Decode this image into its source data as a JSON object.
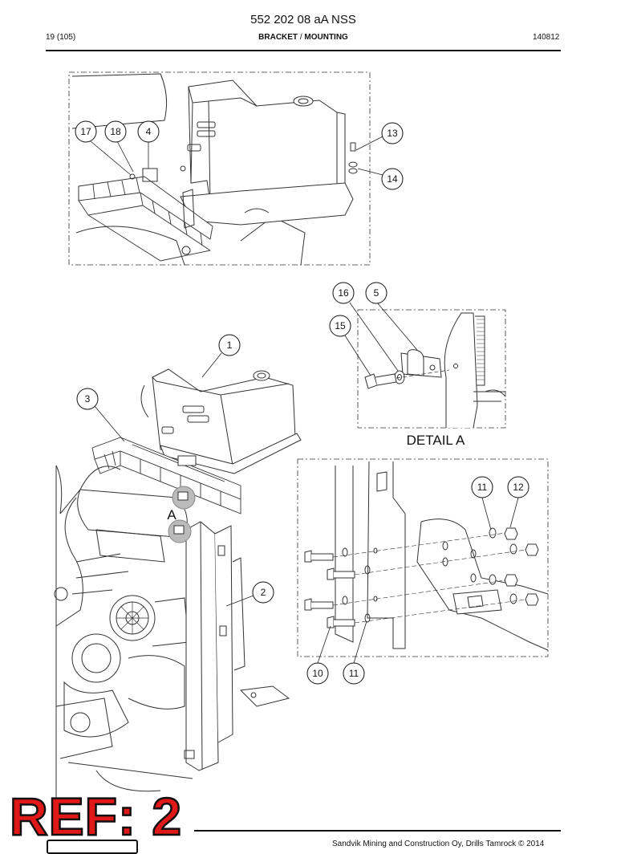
{
  "header": {
    "doc_number": "552 202 08 aA NSS",
    "page": "19 (105)",
    "section_main": "BRACKET",
    "section_sep": "/",
    "section_sub": "MOUNTING",
    "date": "140812"
  },
  "callouts": {
    "top": [
      "17",
      "18",
      "4",
      "13",
      "14"
    ],
    "main": [
      "1",
      "3",
      "2"
    ],
    "detail_a": [
      "16",
      "5",
      "15"
    ],
    "bolt_detail": [
      "11",
      "12",
      "10",
      "11"
    ]
  },
  "labels": {
    "marker_a": "A",
    "detail_a": "DETAIL A"
  },
  "stamp": "REF: 2",
  "footer": {
    "copyright": "Sandvik Mining and Construction Oy, Drills Tamrock © 2014"
  }
}
